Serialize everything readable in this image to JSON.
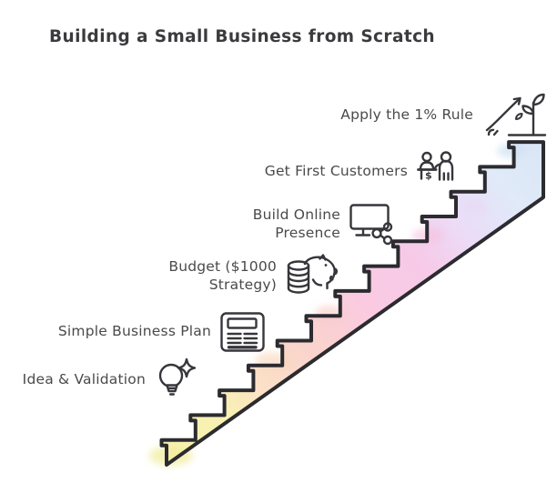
{
  "title": "Building a Small Business from Scratch",
  "diagram": {
    "type": "staircase-roadmap",
    "steps_bottom_to_top": [
      {
        "label": "Idea & Validation",
        "icon": "lightbulb-sparkle-icon",
        "step_color": "#f6f0aa"
      },
      {
        "label": "Simple Business Plan",
        "icon": "business-plan-document-icon",
        "step_color": "#fbdfc2"
      },
      {
        "label": "Budget ($1000 Strategy)",
        "icon": "piggy-bank-coins-icon",
        "step_color": "#f9cfc8"
      },
      {
        "label": "Build Online Presence",
        "icon": "monitor-share-icon",
        "step_color": "#f9c6df"
      },
      {
        "label": "Get First Customers",
        "icon": "customers-transaction-icon",
        "step_color": "#ead9f6"
      },
      {
        "label": "Apply the 1% Rule",
        "icon": "growth-plant-icon",
        "step_color": "#d7e4f5"
      }
    ],
    "currency_symbol": "$"
  },
  "colors": {
    "background": "#ffffff",
    "outline": "#2b2b30",
    "icon_stroke": "#36363b",
    "text": "#4a4a4d",
    "title_text": "#3b3b3e"
  }
}
